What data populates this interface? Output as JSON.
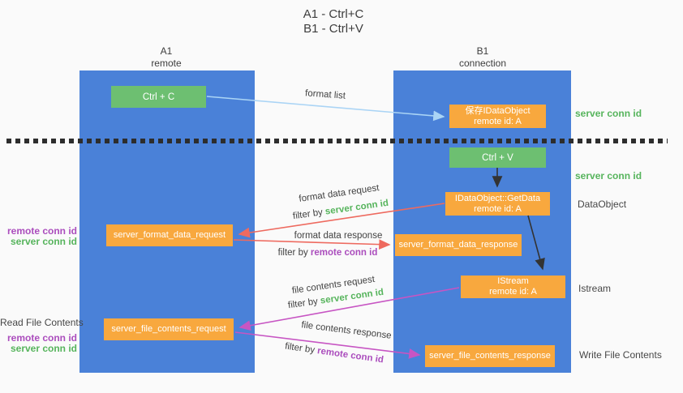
{
  "title": {
    "line1": "A1 - Ctrl+C",
    "line2": "B1 - Ctrl+V"
  },
  "columns": {
    "left": {
      "header_line1": "A1",
      "header_line2": "remote"
    },
    "right": {
      "header_line1": "B1",
      "header_line2": "connection"
    }
  },
  "nodes": {
    "ctrl_c": "Ctrl + C",
    "ctrl_v": "Ctrl + V",
    "save_dataobject": {
      "line1": "保存IDataObject",
      "line2": "remote id: A"
    },
    "getdata": {
      "line1": "IDataObject::GetData",
      "line2": "remote id: A"
    },
    "istream": {
      "line1": "IStream",
      "line2": "remote id: A"
    },
    "format_request": "server_format_data_request",
    "format_response": "server_format_data_response",
    "file_request": "server_file_contents_request",
    "file_response": "server_file_contents_response"
  },
  "flow_labels": {
    "format_list": "format list",
    "format_data_request": "format data request",
    "format_request_filter": {
      "prefix": "filter by ",
      "highlight": "server conn id"
    },
    "format_data_response": "format data response",
    "format_response_filter": {
      "prefix": "filter by ",
      "highlight": "remote conn id"
    },
    "file_contents_request": "file contents request",
    "file_request_filter": {
      "prefix": "filter by ",
      "highlight": "server conn id"
    },
    "file_contents_response": "file contents response",
    "file_response_filter": {
      "prefix": "filter by ",
      "highlight": "remote conn id"
    }
  },
  "side_labels": {
    "left": {
      "remote_conn_id_1": "remote conn id",
      "server_conn_id_1": "server conn id",
      "read_file_contents": "Read File Contents",
      "remote_conn_id_2": "remote conn id",
      "server_conn_id_2": "server conn id"
    },
    "right": {
      "server_conn_id_1": "server conn id",
      "server_conn_id_2": "server conn id",
      "dataobject": "DataObject",
      "istream": "Istream",
      "write_file_contents": "Write File Contents"
    }
  },
  "colors": {
    "lane_blue": "#4a81d8",
    "box_green": "#6dbf71",
    "box_orange": "#f8a83e",
    "text_green": "#56b45c",
    "text_purple": "#ab4dbd",
    "arrow_lightblue": "#aad4f5",
    "arrow_black": "#333333",
    "arrow_red": "#ee6a5f",
    "arrow_magenta": "#c755c3",
    "dotted_line": "#2d2d2d",
    "background": "#fafafa"
  }
}
